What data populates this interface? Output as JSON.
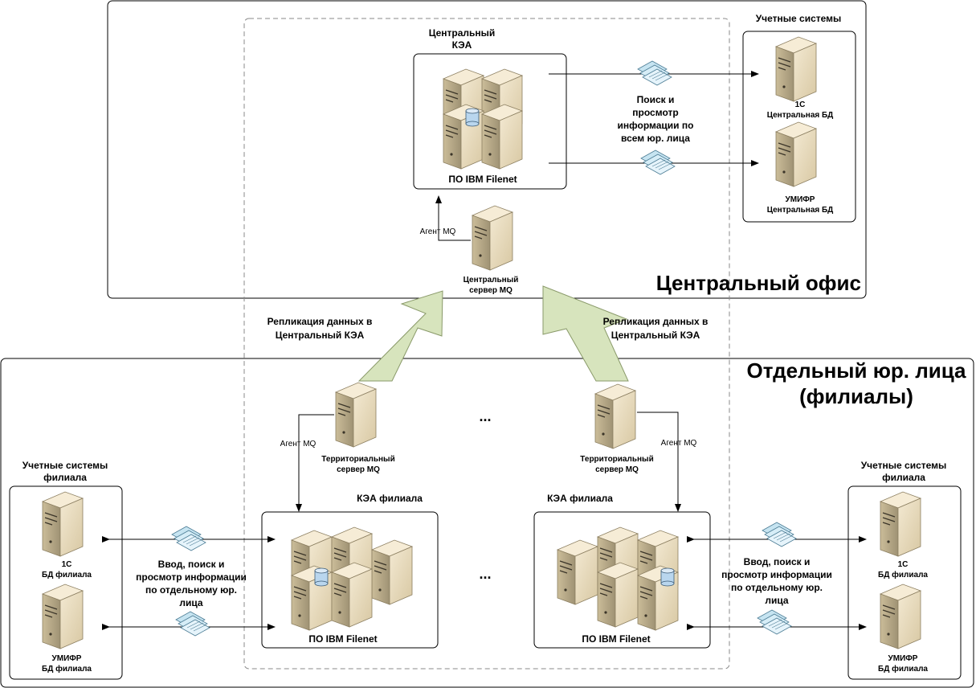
{
  "central_office": {
    "title": "Центральный офис",
    "central_kea_label_line1": "Центральный",
    "central_kea_label_line2": "КЭА",
    "filenet_label": "ПО IBM Filenet",
    "search_label": [
      "Поиск и",
      "просмотр",
      "информации по",
      "всем юр. лица"
    ],
    "accounting_title": "Учетные системы",
    "system_1c": [
      "1С",
      "Центральная БД"
    ],
    "system_umifr": [
      "УМИФР",
      "Центральная БД"
    ],
    "mq_agent": "Агент MQ",
    "mq_server": [
      "Центральный",
      "сервер MQ"
    ]
  },
  "replication": {
    "left": [
      "Репликация данных в",
      "Центральный КЭА"
    ],
    "right": [
      "Репликация данных в",
      "Центральный КЭА"
    ]
  },
  "branches": {
    "title": [
      "Отдельный юр. лица",
      "(филиалы)"
    ],
    "ellipsis": "...",
    "territorial_server": [
      "Территориальный",
      "сервер MQ"
    ],
    "mq_agent": "Агент MQ",
    "kea_branch": "КЭА филиала",
    "filenet_label": "ПО IBM Filenet",
    "accounting_title": [
      "Учетные системы",
      "филиала"
    ],
    "system_1c": [
      "1С",
      "БД филиала"
    ],
    "system_umifr": [
      "УМИФР",
      "БД филиала"
    ],
    "input_label": [
      "Ввод, поиск и",
      "просмотр информации",
      "по отдельному юр.",
      "лица"
    ],
    "input_label_right": [
      "Ввод, поиск и",
      "просмотр информации",
      "по отдельному юр.",
      "лица"
    ]
  },
  "colors": {
    "server_front": "#e9dcc0",
    "server_side": "#b3a583",
    "server_top": "#f6ecd6",
    "db_cylinder": "#b9d6ee",
    "doc": "#c6e4f1",
    "arrow_fill": "#d7e4bd",
    "arrow_stroke": "#8a9a6a"
  }
}
